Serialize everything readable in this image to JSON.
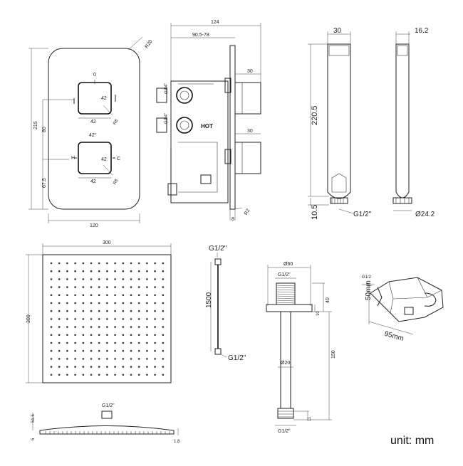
{
  "valve_front": {
    "dim_outer_radius": "R20",
    "dim_height": "215",
    "dim_width": "120",
    "dim_upper_gap": "80",
    "dim_lower_gap": "67.5",
    "knob_top": {
      "mark_top": "0",
      "mark_left": "I",
      "mark_right": "I",
      "inner_dim": "42",
      "inner_radius": "R8",
      "bottom_dim": "42"
    },
    "angle_label": "42°",
    "knob_bottom": {
      "mark_left": "H",
      "mark_right": "C",
      "inner_dim": "42",
      "inner_radius": "R8",
      "bottom_dim": "42"
    }
  },
  "valve_side": {
    "dim_total": "124",
    "dim_range": "90.5-78",
    "dim_spout_top": "30",
    "dim_spout_bottom": "30",
    "port_top": "G3/4\"",
    "port_bottom": "G3/4\"",
    "hot_label": "HOT",
    "dim_plate": "8",
    "dim_radius": "R2"
  },
  "hand_shower_front": {
    "dim_width": "30",
    "dim_length": "220.5",
    "dim_base": "10.5",
    "thread": "G1/2\""
  },
  "hand_shower_side": {
    "dim_width": "16.2",
    "dim_diameter": "Ø24.2"
  },
  "shower_head": {
    "dim_width": "300",
    "dim_height": "300",
    "thread": "G1/2\"",
    "dim_a": "51.5",
    "dim_b": "5",
    "dim_c": "1.8"
  },
  "hose": {
    "thread_top": "G1/2\"",
    "length": "1500",
    "thread_bottom": "G1/2\""
  },
  "ceiling_arm": {
    "dim_flange": "Ø60",
    "thread_top": "G1/2\"",
    "dim_h1": "40",
    "dim_h2": "10",
    "dim_length": "150",
    "dim_pipe": "Ø20",
    "dim_end": "11",
    "thread_bottom": "G1/2\""
  },
  "wall_outlet": {
    "thread": "G1/2",
    "height": "50mm",
    "length": "95mm"
  },
  "unit_label": "unit: mm"
}
